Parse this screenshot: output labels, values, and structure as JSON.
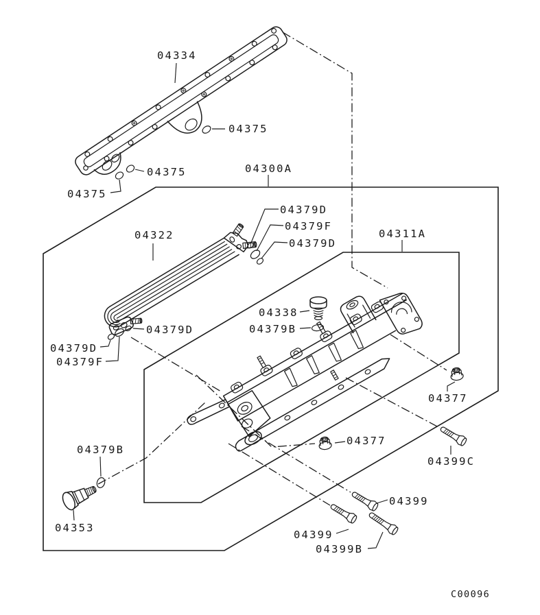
{
  "figure": {
    "background_color": "#ffffff",
    "line_color": "#1c1c1c",
    "drawing_code": "C00096",
    "callouts": [
      {
        "id": "label-04334",
        "text": "04334"
      },
      {
        "id": "label-04375-a",
        "text": "04375"
      },
      {
        "id": "label-04375-b",
        "text": "04375"
      },
      {
        "id": "label-04375-c",
        "text": "04375"
      },
      {
        "id": "label-04300A",
        "text": "04300A"
      },
      {
        "id": "label-04322",
        "text": "04322"
      },
      {
        "id": "label-04379D-1",
        "text": "04379D"
      },
      {
        "id": "label-04379F-1",
        "text": "04379F"
      },
      {
        "id": "label-04379D-2",
        "text": "04379D"
      },
      {
        "id": "label-04311A",
        "text": "04311A"
      },
      {
        "id": "label-04338",
        "text": "04338"
      },
      {
        "id": "label-04379B-1",
        "text": "04379B"
      },
      {
        "id": "label-04379D-3",
        "text": "04379D"
      },
      {
        "id": "label-04379D-4",
        "text": "04379D"
      },
      {
        "id": "label-04379F-2",
        "text": "04379F"
      },
      {
        "id": "label-04379B-2",
        "text": "04379B"
      },
      {
        "id": "label-04353",
        "text": "04353"
      },
      {
        "id": "label-04377-a",
        "text": "04377"
      },
      {
        "id": "label-04377-b",
        "text": "04377"
      },
      {
        "id": "label-04399C",
        "text": "04399C"
      },
      {
        "id": "label-04399-a",
        "text": "04399"
      },
      {
        "id": "label-04399-b",
        "text": "04399"
      },
      {
        "id": "label-04399B",
        "text": "04399B"
      }
    ]
  }
}
